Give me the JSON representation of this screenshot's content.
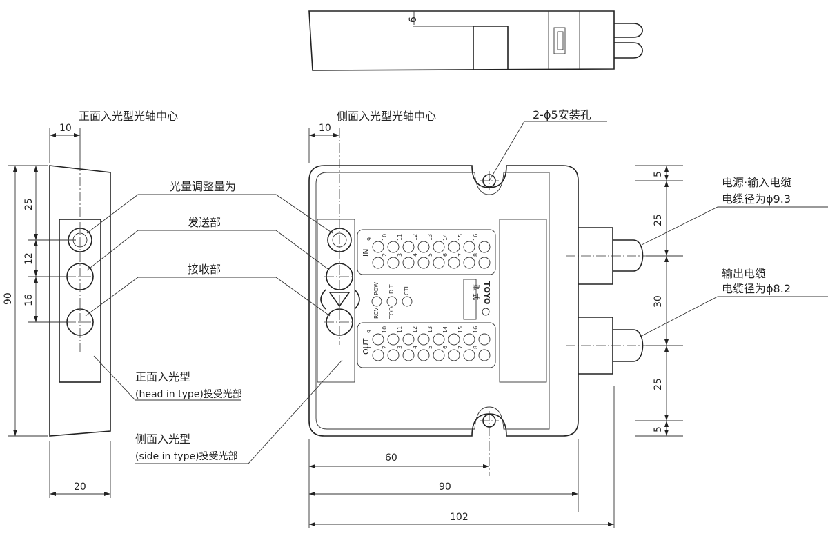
{
  "labels": {
    "front_axis": "正面入光型光轴中心",
    "side_axis": "侧面入光型光轴中心",
    "mount_holes": "2-ϕ5安装孔",
    "light_adjust": "光量调整量为",
    "transmitter": "发送部",
    "receiver": "接收部",
    "power_cable_l1": "电源·输入电缆",
    "power_cable_l2": "电缆径为ϕ9.3",
    "output_cable_l1": "输出电缆",
    "output_cable_l2": "电缆径为ϕ8.2",
    "head_in_l1": "正面入光型",
    "head_in_l2": "(head in type)投受光部",
    "side_in_l1": "侧面入光型",
    "side_in_l2": "(side in type)投受光部"
  },
  "dims": {
    "slot_depth": "6",
    "front_offset": "10",
    "side_offset": "10",
    "left_25": "25",
    "left_12": "12",
    "left_16": "16",
    "total_height": "90",
    "width_20": "20",
    "hole_pitch": "60",
    "body_width": "90",
    "overall_width": "102",
    "right_5_top": "5",
    "right_25_top": "25",
    "right_30": "30",
    "right_25_bottom": "25",
    "right_5_bottom": "5"
  },
  "panel": {
    "input_label": "IN",
    "output_label": "OUT",
    "input_top_pins": [
      "9",
      "10",
      "11",
      "12",
      "13",
      "14",
      "15",
      "16"
    ],
    "input_bottom_pins": [
      "1",
      "2",
      "3",
      "4",
      "5",
      "6",
      "7",
      "8"
    ],
    "output_top_pins": [
      "9",
      "10",
      "11",
      "12",
      "13",
      "14",
      "15",
      "16"
    ],
    "output_bottom_pins": [
      "1",
      "2",
      "3",
      "4",
      "5",
      "6",
      "7",
      "8"
    ],
    "led_pow": "POW",
    "led_dt": "D.T",
    "led_ctl": "CTL",
    "led_rcv": "RCV",
    "led_tod": "TOD",
    "model_label": "型 式",
    "brand": "TOYO"
  }
}
